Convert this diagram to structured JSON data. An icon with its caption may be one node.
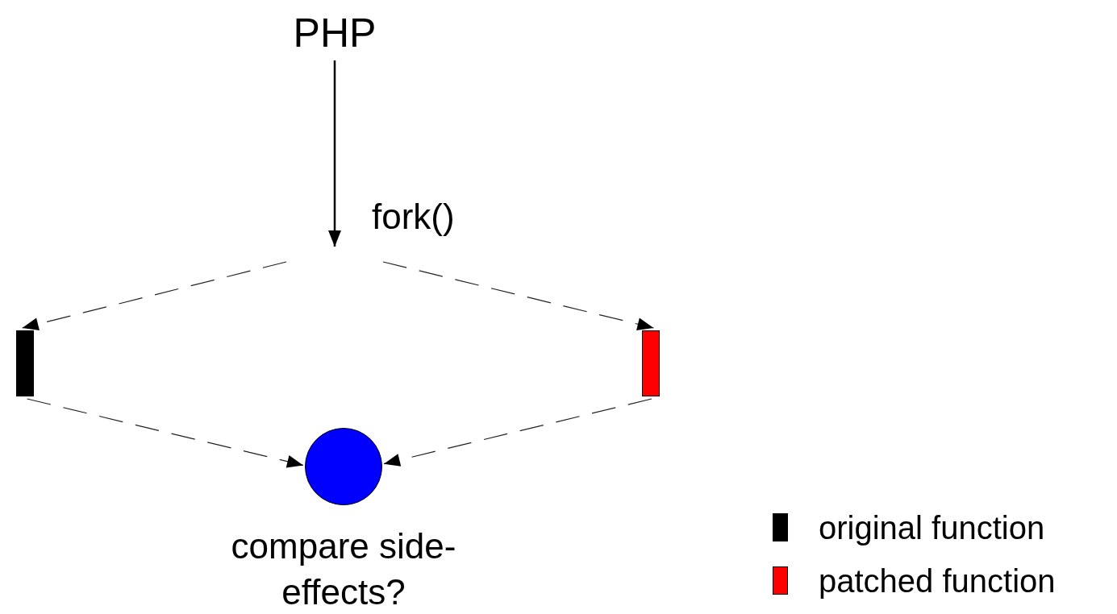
{
  "diagram": {
    "nodes": [
      {
        "text": [
          "PHP"
        ]
      },
      {
        "text": [],
        "shape": "bar"
      },
      {
        "text": [],
        "shape": "bar"
      },
      {
        "text": [],
        "shape": "circle",
        "beside": [
          "compare side-effects?"
        ]
      }
    ],
    "edges": [
      {
        "from": 0,
        "to": null,
        "arrow": "to",
        "label": "fork()"
      },
      {
        "from": null,
        "to": 1,
        "arrow": "to",
        "style": "dashed"
      },
      {
        "from": null,
        "to": 2,
        "arrow": "to",
        "style": "dashed"
      },
      {
        "from": 1,
        "to": 3,
        "arrow": "to",
        "style": "dashed"
      },
      {
        "from": 2,
        "to": 3,
        "arrow": "to",
        "style": "dashed"
      }
    ],
    "legend": [
      {
        "text": "original function",
        "color": "#000000"
      },
      {
        "text": "patched function",
        "color": "#ff0000"
      }
    ]
  }
}
